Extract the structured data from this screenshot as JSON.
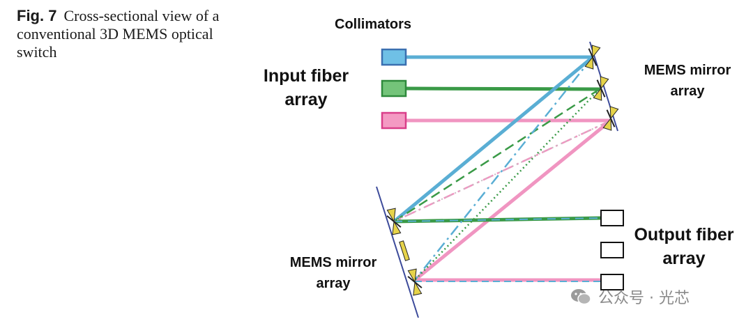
{
  "caption": {
    "figure_label": "Fig. 7",
    "text": "Cross-sectional view of a conventional 3D MEMS optical switch"
  },
  "labels": {
    "collimators": "Collimators",
    "input_fiber_array": "Input fiber array",
    "mems_mirror_array_right": "MEMS mirror array",
    "mems_mirror_array_left": "MEMS mirror array",
    "output_fiber_array": "Output fiber array"
  },
  "watermark": {
    "icon": "wechat-icon",
    "text": "公众号 · 光芯"
  },
  "colors": {
    "blue_beam": "#5aaed4",
    "green_beam": "#3a9a47",
    "pink_beam": "#f095c1",
    "blue_collimator_fill": "#6fc0e6",
    "blue_collimator_border": "#3a6fb0",
    "green_collimator_fill": "#74c47a",
    "green_collimator_border": "#2f8a3c",
    "pink_collimator_fill": "#f49ac3",
    "pink_collimator_border": "#d93f8a",
    "mirror_fill": "#e6d34a",
    "mirror_axis": "#3c4a9a"
  }
}
